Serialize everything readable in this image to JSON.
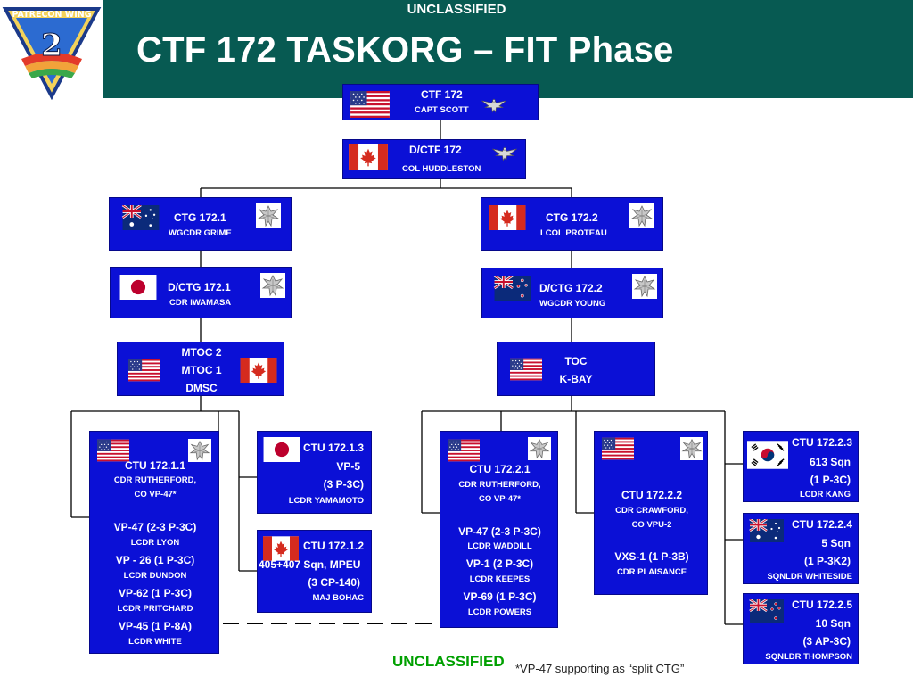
{
  "header": {
    "classification": "UNCLASSIFIED",
    "title": "CTF 172 TASKORG – FIT Phase",
    "logo_text": "PATRECON WING",
    "logo_number": "2",
    "colors": {
      "bar": "#075a52",
      "box": "#0b10d6",
      "footer_class": "#00a000"
    }
  },
  "nodes": {
    "ctf": {
      "title": "CTF 172",
      "commander": "CAPT SCOTT",
      "flag": "us-flag",
      "insignia": "eagle-insignia"
    },
    "dctf": {
      "title": "D/CTF 172",
      "commander": "COL HUDDLESTON",
      "flag": "canada-flag",
      "insignia": "eagle-insignia"
    },
    "ctg1": {
      "title": "CTG 172.1",
      "commander": "WGCDR GRIME",
      "flag": "australia-flag",
      "insignia": "oak-leaf-insignia"
    },
    "ctg2": {
      "title": "CTG 172.2",
      "commander": "LCOL PROTEAU",
      "flag": "canada-flag",
      "insignia": "oak-leaf-insignia"
    },
    "dctg1": {
      "title": "D/CTG 172.1",
      "commander": "CDR IWAMASA",
      "flag": "japan-flag",
      "insignia": "oak-leaf-insignia"
    },
    "dctg2": {
      "title": "D/CTG 172.2",
      "commander": "WGCDR YOUNG",
      "flag": "new-zealand-flag",
      "insignia": "oak-leaf-insignia"
    },
    "mtoc": {
      "lines": [
        "MTOC 2",
        "MTOC 1",
        "DMSC"
      ],
      "flags": [
        "us-flag",
        "canada-flag"
      ]
    },
    "toc": {
      "lines": [
        "TOC",
        "K-BAY"
      ],
      "flag": "us-flag"
    },
    "ctu1_1": {
      "title": "CTU 172.1.1",
      "commander": "CDR RUTHERFORD,",
      "unit": "CO VP-47*",
      "squadrons": [
        {
          "name": "VP-47 (2-3 P-3C)",
          "cdr": "LCDR LYON"
        },
        {
          "name": "VP - 26 (1 P-3C)",
          "cdr": "LCDR DUNDON"
        },
        {
          "name": "VP-62 (1 P-3C)",
          "cdr": "LCDR PRITCHARD"
        },
        {
          "name": "VP-45 (1 P-8A)",
          "cdr": "LCDR WHITE"
        }
      ]
    },
    "ctu1_3": {
      "title": "CTU 172.1.3",
      "unit": "VP-5",
      "aircraft": "(3 P-3C)",
      "commander": "LCDR YAMAMOTO"
    },
    "ctu1_2": {
      "title": "CTU 172.1.2",
      "unit": "405+407 Sqn, MPEU",
      "aircraft": "(3 CP-140)",
      "commander": "MAJ BOHAC"
    },
    "ctu2_1": {
      "title": "CTU 172.2.1",
      "commander": "CDR RUTHERFORD,",
      "unit": "CO VP-47*",
      "squadrons": [
        {
          "name": "VP-47 (2-3 P-3C)",
          "cdr": "LCDR WADDILL"
        },
        {
          "name": "VP-1 (2 P-3C)",
          "cdr": "LCDR KEEPES"
        },
        {
          "name": "VP-69 (1 P-3C)",
          "cdr": "LCDR POWERS"
        }
      ]
    },
    "ctu2_2": {
      "title": "CTU 172.2.2",
      "commander": "CDR CRAWFORD,",
      "unit": "CO VPU-2",
      "squadrons": [
        {
          "name": "VXS-1 (1 P-3B)",
          "cdr": "CDR PLAISANCE"
        }
      ]
    },
    "ctu2_3": {
      "title": "CTU 172.2.3",
      "unit": "613 Sqn",
      "aircraft": "(1 P-3C)",
      "commander": "LCDR KANG"
    },
    "ctu2_4": {
      "title": "CTU 172.2.4",
      "unit": "5 Sqn",
      "aircraft": "(1 P-3K2)",
      "commander": "SQNLDR WHITESIDE"
    },
    "ctu2_5": {
      "title": "CTU 172.2.5",
      "unit": "10 Sqn",
      "aircraft": "(3 AP-3C)",
      "commander": "SQNLDR THOMPSON"
    }
  },
  "footer": {
    "classification": "UNCLASSIFIED",
    "footnote": "*VP-47 supporting as “split CTG”"
  }
}
